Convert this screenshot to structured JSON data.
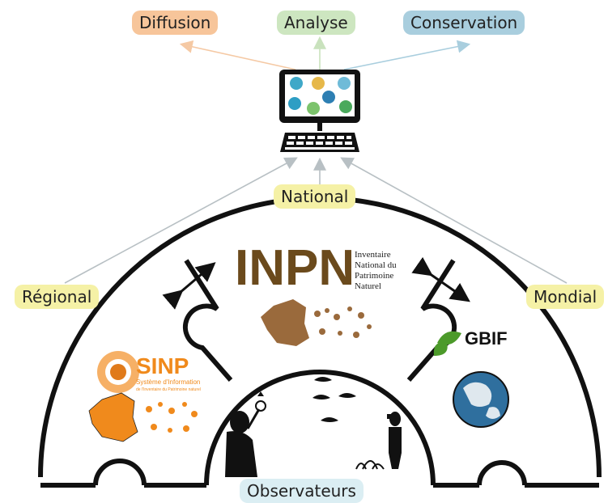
{
  "outputs": [
    {
      "key": "diffusion",
      "label": "Diffusion",
      "color": "#f7c59a"
    },
    {
      "key": "analyse",
      "label": "Analyse",
      "color": "#cde6c0"
    },
    {
      "key": "conservation",
      "label": "Conservation",
      "color": "#a9cede"
    }
  ],
  "levels": {
    "national": "National",
    "regional": "Régional",
    "mondial": "Mondial",
    "observateurs": "Observateurs"
  },
  "level_colors": {
    "label_bg": "#f5f1a6",
    "observateurs_bg": "#dbeef3",
    "arc": "#111111"
  },
  "logos": {
    "inpn": {
      "word": "INPN",
      "caption_lines": [
        "Inventaire",
        "National du",
        "Patrimoine",
        "Naturel"
      ],
      "color": "#8b5a2b"
    },
    "sinp": {
      "word": "SINP",
      "caption_lines": [
        "Système d'Information",
        "de l'Inventaire du Patrimoine naturel"
      ],
      "color": "#f08a1c"
    },
    "gbif": {
      "word": "GBIF",
      "color": "#4c9a2a"
    }
  },
  "icons": [
    "computer-icon",
    "keyboard-icon",
    "france-map-icon",
    "globe-icon",
    "observer-silhouette-icon",
    "birds-icon"
  ]
}
